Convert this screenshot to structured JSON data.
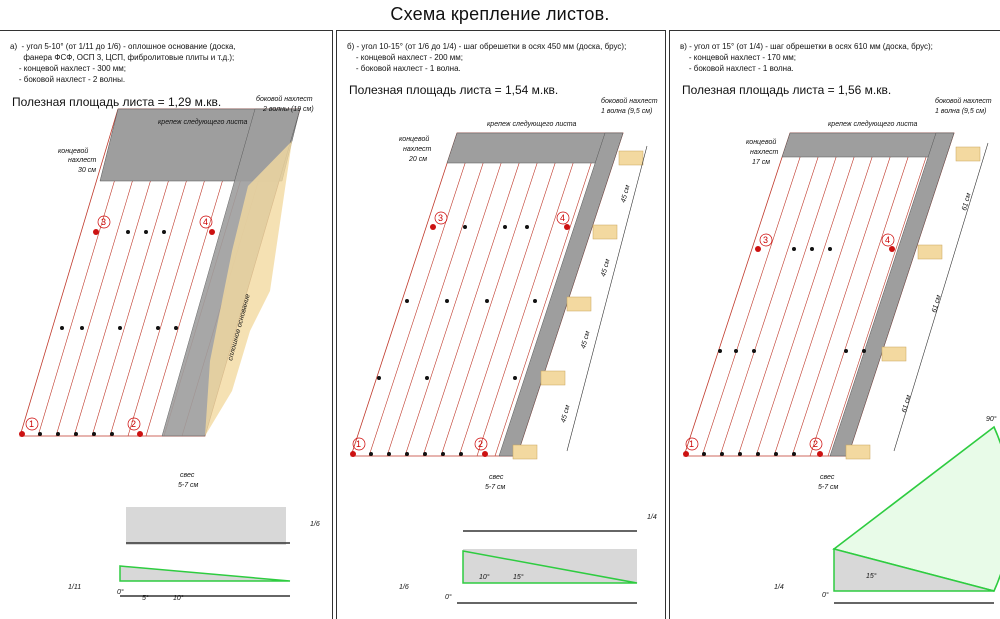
{
  "title": "Схема крепление листов.",
  "panels": [
    {
      "heading": "а)  - угол 5-10° (от 1/11 до 1/6) - оплошное основание (доска,\n      фанера ФСФ, ОСП 3, ЦСП, фибролитовые плиты и т.д.);\n    - концевой нахлест - 300 мм;\n    - боковой нахлест - 2 волны.",
      "area": "Полезная площадь листа = 1,29 м.кв.",
      "side_overlap": [
        "боковой нахлест",
        "2 волны (19 см)"
      ],
      "fastener_next": "крепеж следующего листа",
      "end_overlap": [
        "концевой",
        "нахлест",
        "30 см"
      ],
      "base_label": "сплошное основание",
      "overhang": [
        "свес",
        "5-7 см"
      ],
      "point_labels": [
        "1",
        "2",
        "3",
        "4"
      ],
      "angles": [
        "0°",
        "5°",
        "10°"
      ],
      "ratios": [
        "1/6",
        "1/11"
      ]
    },
    {
      "heading": "б) - угол 10-15° (от 1/6 до 1/4) - шаг обрешетки в осях 450 мм (доска, брус);\n    - концевой нахлест - 200 мм;\n    - боковой нахлест - 1 волна.",
      "area": "Полезная площадь листа = 1,54 м.кв.",
      "side_overlap": [
        "боковой нахлест",
        "1 волна (9,5 см)"
      ],
      "fastener_next": "крепеж следующего листа",
      "end_overlap": [
        "концевой",
        "нахлест",
        "20 см"
      ],
      "spacing": [
        "45 см",
        "45 см",
        "45 см",
        "45 см"
      ],
      "overhang": [
        "свес",
        "5-7 см"
      ],
      "point_labels": [
        "1",
        "2",
        "3",
        "4"
      ],
      "angles": [
        "0°",
        "10°",
        "15°"
      ],
      "ratios": [
        "1/4",
        "1/6"
      ]
    },
    {
      "heading": "в) - угол от 15° (от 1/4) - шаг обрешетки в осях 610 мм (доска, брус);\n    - концевой нахлест - 170 мм;\n    - боковой нахлест - 1 волна.",
      "area": "Полезная площадь листа = 1,56 м.кв.",
      "side_overlap": [
        "боковой нахлест",
        "1 волна (9,5 см)"
      ],
      "fastener_next": "крепеж следующего листа",
      "end_overlap": [
        "концевой",
        "нахлест",
        "17 см"
      ],
      "spacing": [
        "61 см",
        "61 см",
        "61 см"
      ],
      "overhang": [
        "свес",
        "5-7 см"
      ],
      "point_labels": [
        "1",
        "2",
        "3",
        "4"
      ],
      "angles": [
        "0°",
        "15°",
        "90°"
      ],
      "ratios": [
        "1/4"
      ]
    }
  ],
  "colors": {
    "sheet_lines": "#c0392b",
    "overlap": "#9e9e9e",
    "green": "#2ecc40",
    "wood": "#f3d9a0",
    "screw_red": "#cc1111",
    "screw_blue": "#1a2a9c"
  }
}
